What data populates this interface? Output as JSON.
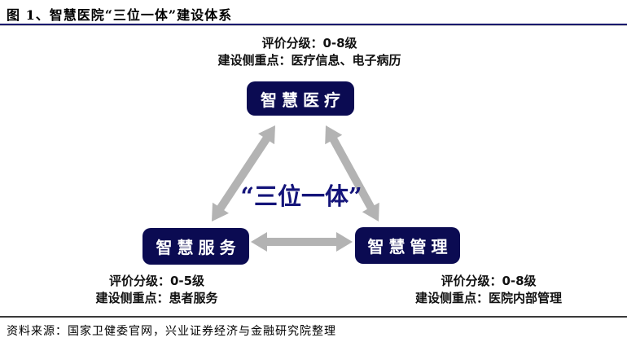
{
  "header": {
    "title": "图 1、智慧医院“三位一体”建设体系"
  },
  "diagram": {
    "center_label": "“三位一体”",
    "nodes": [
      {
        "id": "medical",
        "label": "智慧医疗"
      },
      {
        "id": "service",
        "label": "智慧服务"
      },
      {
        "id": "management",
        "label": "智慧管理"
      }
    ],
    "edges": [
      {
        "from": "medical",
        "to": "service",
        "bidirectional": true
      },
      {
        "from": "medical",
        "to": "management",
        "bidirectional": true
      },
      {
        "from": "service",
        "to": "management",
        "bidirectional": true
      }
    ],
    "notes": {
      "medical": {
        "line1": "评价分级：0-8级",
        "line2": "建设侧重点：医疗信息、电子病历"
      },
      "service": {
        "line1": "评价分级：0-5级",
        "line2": "建设侧重点：患者服务"
      },
      "management": {
        "line1": "评价分级：0-8级",
        "line2": "建设侧重点：医院内部管理"
      }
    },
    "colors": {
      "node_bg": "#0b0b52",
      "node_text": "#ffffff",
      "arrow": "#b3b3b3",
      "center_text": "#14147a",
      "title_rule": "#1a1a6e"
    }
  },
  "footer": {
    "source": "资料来源：国家卫健委官网，兴业证券经济与金融研究院整理"
  }
}
